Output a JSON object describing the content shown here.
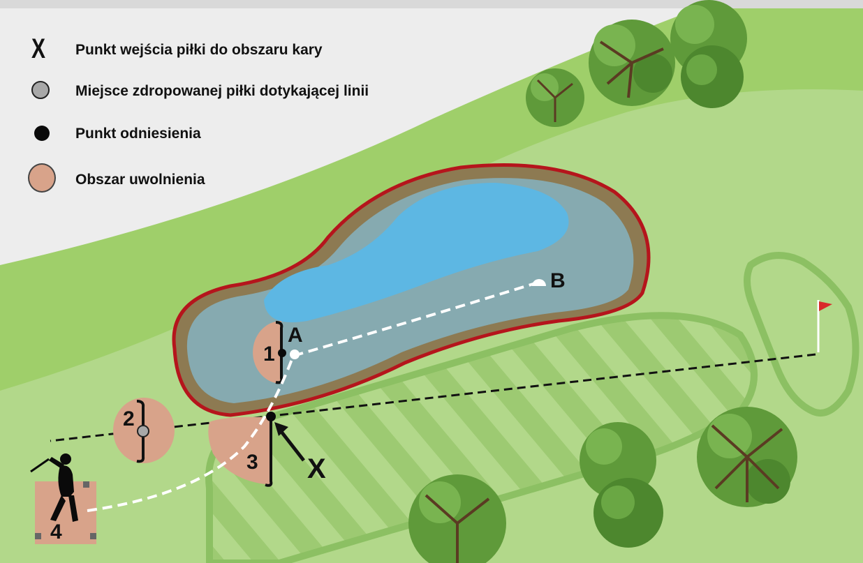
{
  "legend": {
    "items": [
      {
        "symbol": "X",
        "label": "Punkt wejścia piłki do obszaru kary"
      },
      {
        "symbol": "gray-circle-icon",
        "label": "Miejsce zdropowanej piłki dotykającej linii"
      },
      {
        "symbol": "black-dot-icon",
        "label": "Punkt odniesienia"
      },
      {
        "symbol": "relief-area-icon",
        "label": "Obszar uwolnienia"
      }
    ]
  },
  "labels": {
    "A": "A",
    "B": "B",
    "X": "X",
    "area1": "1",
    "area2": "2",
    "area3": "3",
    "area4": "4"
  },
  "colors": {
    "sky": "#ededed",
    "rough": "#9fcf6a",
    "fairway": "#b2d88a",
    "fairway_stripe": "#9dca72",
    "water_shallow": "#86aab0",
    "water_deep": "#5db7e3",
    "pond_bank": "#8d7a52",
    "penalty_line": "#b5151c",
    "relief_area": "#d8a38a",
    "flag": "#d92a2a"
  },
  "icons": [
    "golfer-icon",
    "flag-icon",
    "tree-icon",
    "ball-icon"
  ]
}
